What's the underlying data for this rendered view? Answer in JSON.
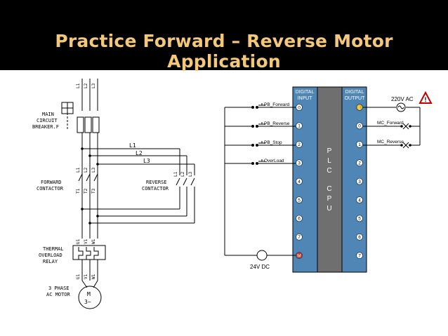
{
  "title": "Practice Forward – Reverse Motor   Application",
  "colors": {
    "title_bar": "#000000",
    "title_text": "#f3c87b",
    "plc_module": "#4f86b5",
    "cpu": "#6f6f6f",
    "terminal_red": "#cc3b2a",
    "terminal_yellow": "#e2b62a",
    "wire": "#000000"
  },
  "left_diagram": {
    "phase_labels": [
      "L1",
      "L2",
      "L3"
    ],
    "bus_labels": [
      "L1",
      "L2",
      "L3"
    ],
    "main_breaker_label": [
      "MAIN",
      "CIRCUIT",
      "BREAKER.F"
    ],
    "forward_contactor_label": [
      "FORWARD",
      "CONTACTOR"
    ],
    "reverse_contactor_label": [
      "REVERSE",
      "CONTACTOR"
    ],
    "overload_label": [
      "THERMAL",
      "OVERLOAD",
      "RELAY"
    ],
    "motor_label": [
      "3 PHASE",
      "AC MOTOR"
    ],
    "motor_symbol": [
      "M",
      "3~"
    ],
    "forward_terminal_labels": [
      "L1",
      "L2",
      "L3",
      "T1",
      "T2",
      "T3"
    ],
    "reverse_terminal_labels": [
      "L1",
      "L2",
      "L3"
    ],
    "overload_terminal_labels": [
      "U1",
      "V1",
      "W1"
    ],
    "motor_terminal_labels": [
      "U1",
      "V1",
      "W1"
    ]
  },
  "plc": {
    "input_header": [
      "DIGITAL",
      "INPUT"
    ],
    "output_header": [
      "DIGITAL",
      "OUTPUT"
    ],
    "cpu_label": [
      "P",
      "L",
      "C",
      "",
      "C",
      "P",
      "U"
    ],
    "input_terminals": [
      "0",
      "1",
      "2",
      "3",
      "4",
      "5",
      "6",
      "7",
      "M"
    ],
    "output_terminals": [
      "L",
      "0",
      "1",
      "2",
      "3",
      "4",
      "5",
      "6",
      "7"
    ],
    "input_devices": [
      "PB_Forward",
      "PB_Reverse",
      "PB_Stop",
      "OverLoad"
    ],
    "output_devices": [
      "MC_Forward",
      "MC_Reverse"
    ],
    "supply_dc": "24V  DC",
    "supply_ac": "220V  AC",
    "warning_symbol": "!"
  }
}
